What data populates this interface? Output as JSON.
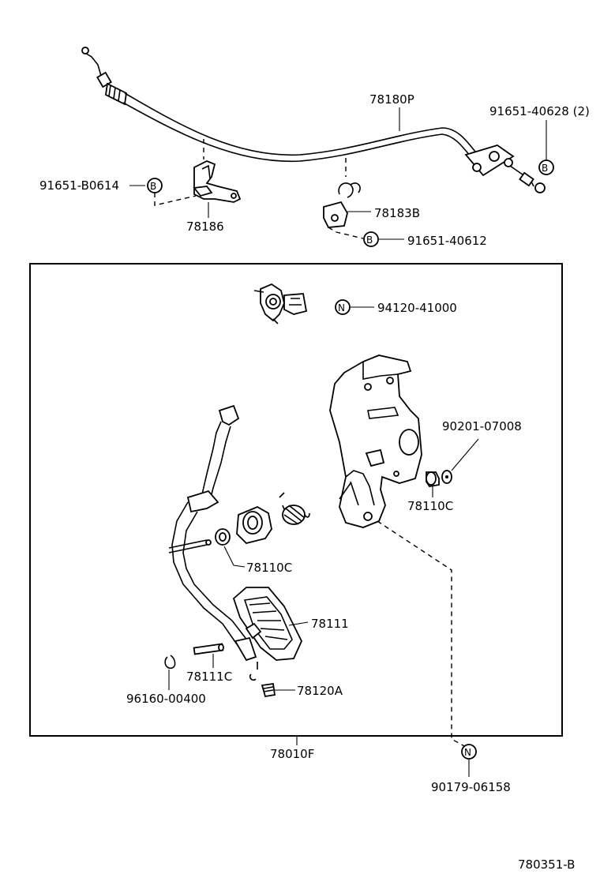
{
  "diagram": {
    "part_labels": {
      "cable_assy": "78180P",
      "bolt_right_top": "91651-40628 (2)",
      "bolt_left": "91651-B0614",
      "bracket_left": "78186",
      "bracket_clip": "78183B",
      "bolt_clip": "91651-40612",
      "sensor_nut": "94120-41000",
      "washer": "90201-07008",
      "bushing_right": "78110C",
      "bushing_left": "78110C",
      "pedal_pad": "78111",
      "pin": "78111C",
      "snap_ring": "96160-00400",
      "spring": "78120A",
      "pedal_assy": "78010F",
      "nut_bottom": "90179-06158"
    },
    "markers": {
      "bolt_left": "B",
      "bolt_right_top": "B",
      "bolt_clip": "B",
      "sensor_nut": "N",
      "nut_bottom": "N"
    },
    "diagram_id": "780351-B"
  }
}
